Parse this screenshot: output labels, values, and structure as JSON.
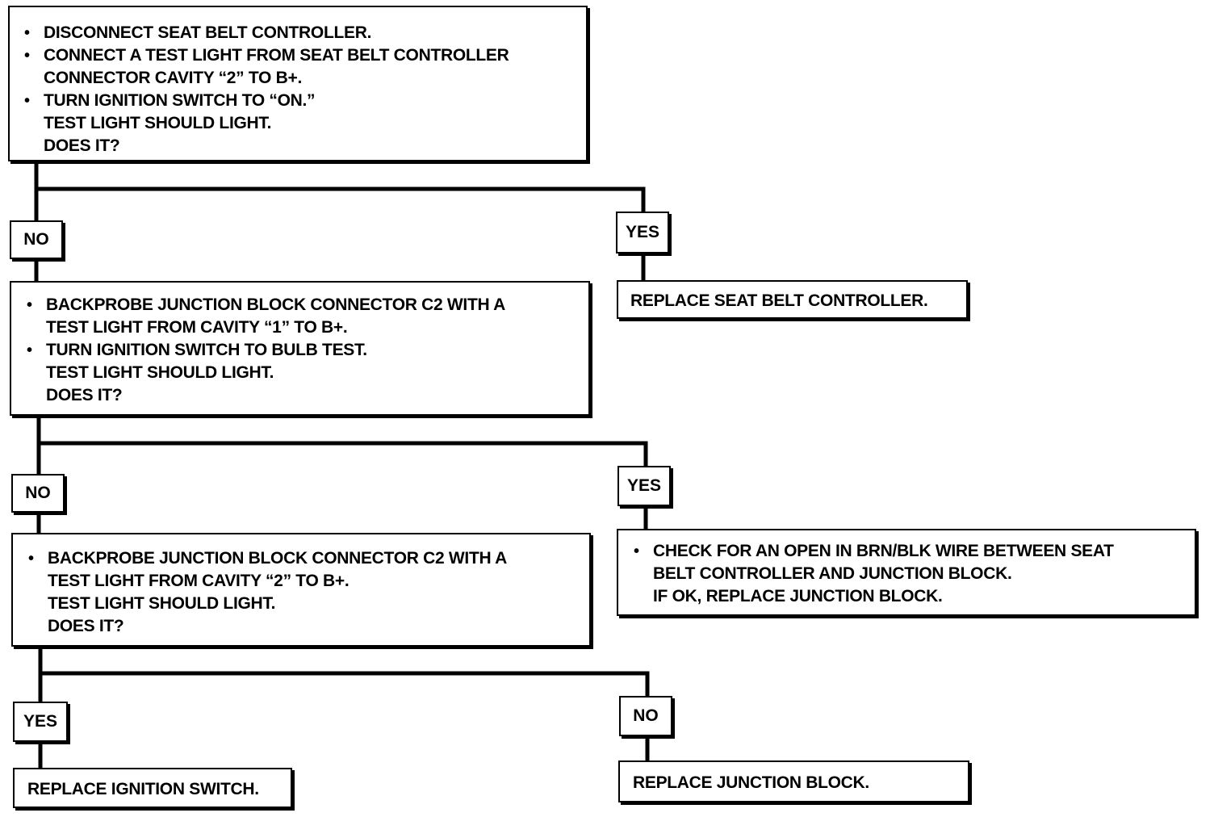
{
  "boxes": {
    "step1": {
      "items": [
        {
          "bullet": true,
          "text": "DISCONNECT SEAT BELT CONTROLLER."
        },
        {
          "bullet": true,
          "text": "CONNECT A TEST LIGHT FROM SEAT BELT CONTROLLER"
        },
        {
          "bullet": false,
          "text": "CONNECTOR CAVITY “2” TO B+."
        },
        {
          "bullet": true,
          "text": "TURN IGNITION SWITCH TO “ON.”"
        },
        {
          "bullet": false,
          "text": "TEST LIGHT SHOULD LIGHT."
        },
        {
          "bullet": false,
          "text": "DOES IT?"
        }
      ]
    },
    "replace_seat_belt_controller": "REPLACE SEAT BELT CONTROLLER.",
    "step2": {
      "items": [
        {
          "bullet": true,
          "text": "BACKPROBE JUNCTION BLOCK CONNECTOR C2 WITH A"
        },
        {
          "bullet": false,
          "text": "TEST LIGHT FROM CAVITY “1” TO B+."
        },
        {
          "bullet": true,
          "text": "TURN IGNITION SWITCH TO BULB TEST."
        },
        {
          "bullet": false,
          "text": "TEST LIGHT SHOULD LIGHT."
        },
        {
          "bullet": false,
          "text": "DOES IT?"
        }
      ]
    },
    "check_open": {
      "items": [
        {
          "bullet": true,
          "text": "CHECK FOR AN OPEN IN BRN/BLK WIRE BETWEEN SEAT"
        },
        {
          "bullet": false,
          "text": "BELT CONTROLLER AND JUNCTION BLOCK."
        },
        {
          "bullet": false,
          "text": "IF OK, REPLACE JUNCTION BLOCK."
        }
      ]
    },
    "step3": {
      "items": [
        {
          "bullet": true,
          "text": "BACKPROBE JUNCTION BLOCK CONNECTOR C2 WITH A"
        },
        {
          "bullet": false,
          "text": "TEST LIGHT FROM CAVITY “2” TO B+."
        },
        {
          "bullet": false,
          "text": "TEST LIGHT SHOULD LIGHT."
        },
        {
          "bullet": false,
          "text": "DOES IT?"
        }
      ]
    },
    "replace_ignition_switch": "REPLACE IGNITION SWITCH.",
    "replace_junction_block": "REPLACE JUNCTION BLOCK."
  },
  "labels": {
    "no1": "NO",
    "yes1": "YES",
    "no2": "NO",
    "yes2": "YES",
    "yes3": "YES",
    "no3": "NO"
  }
}
